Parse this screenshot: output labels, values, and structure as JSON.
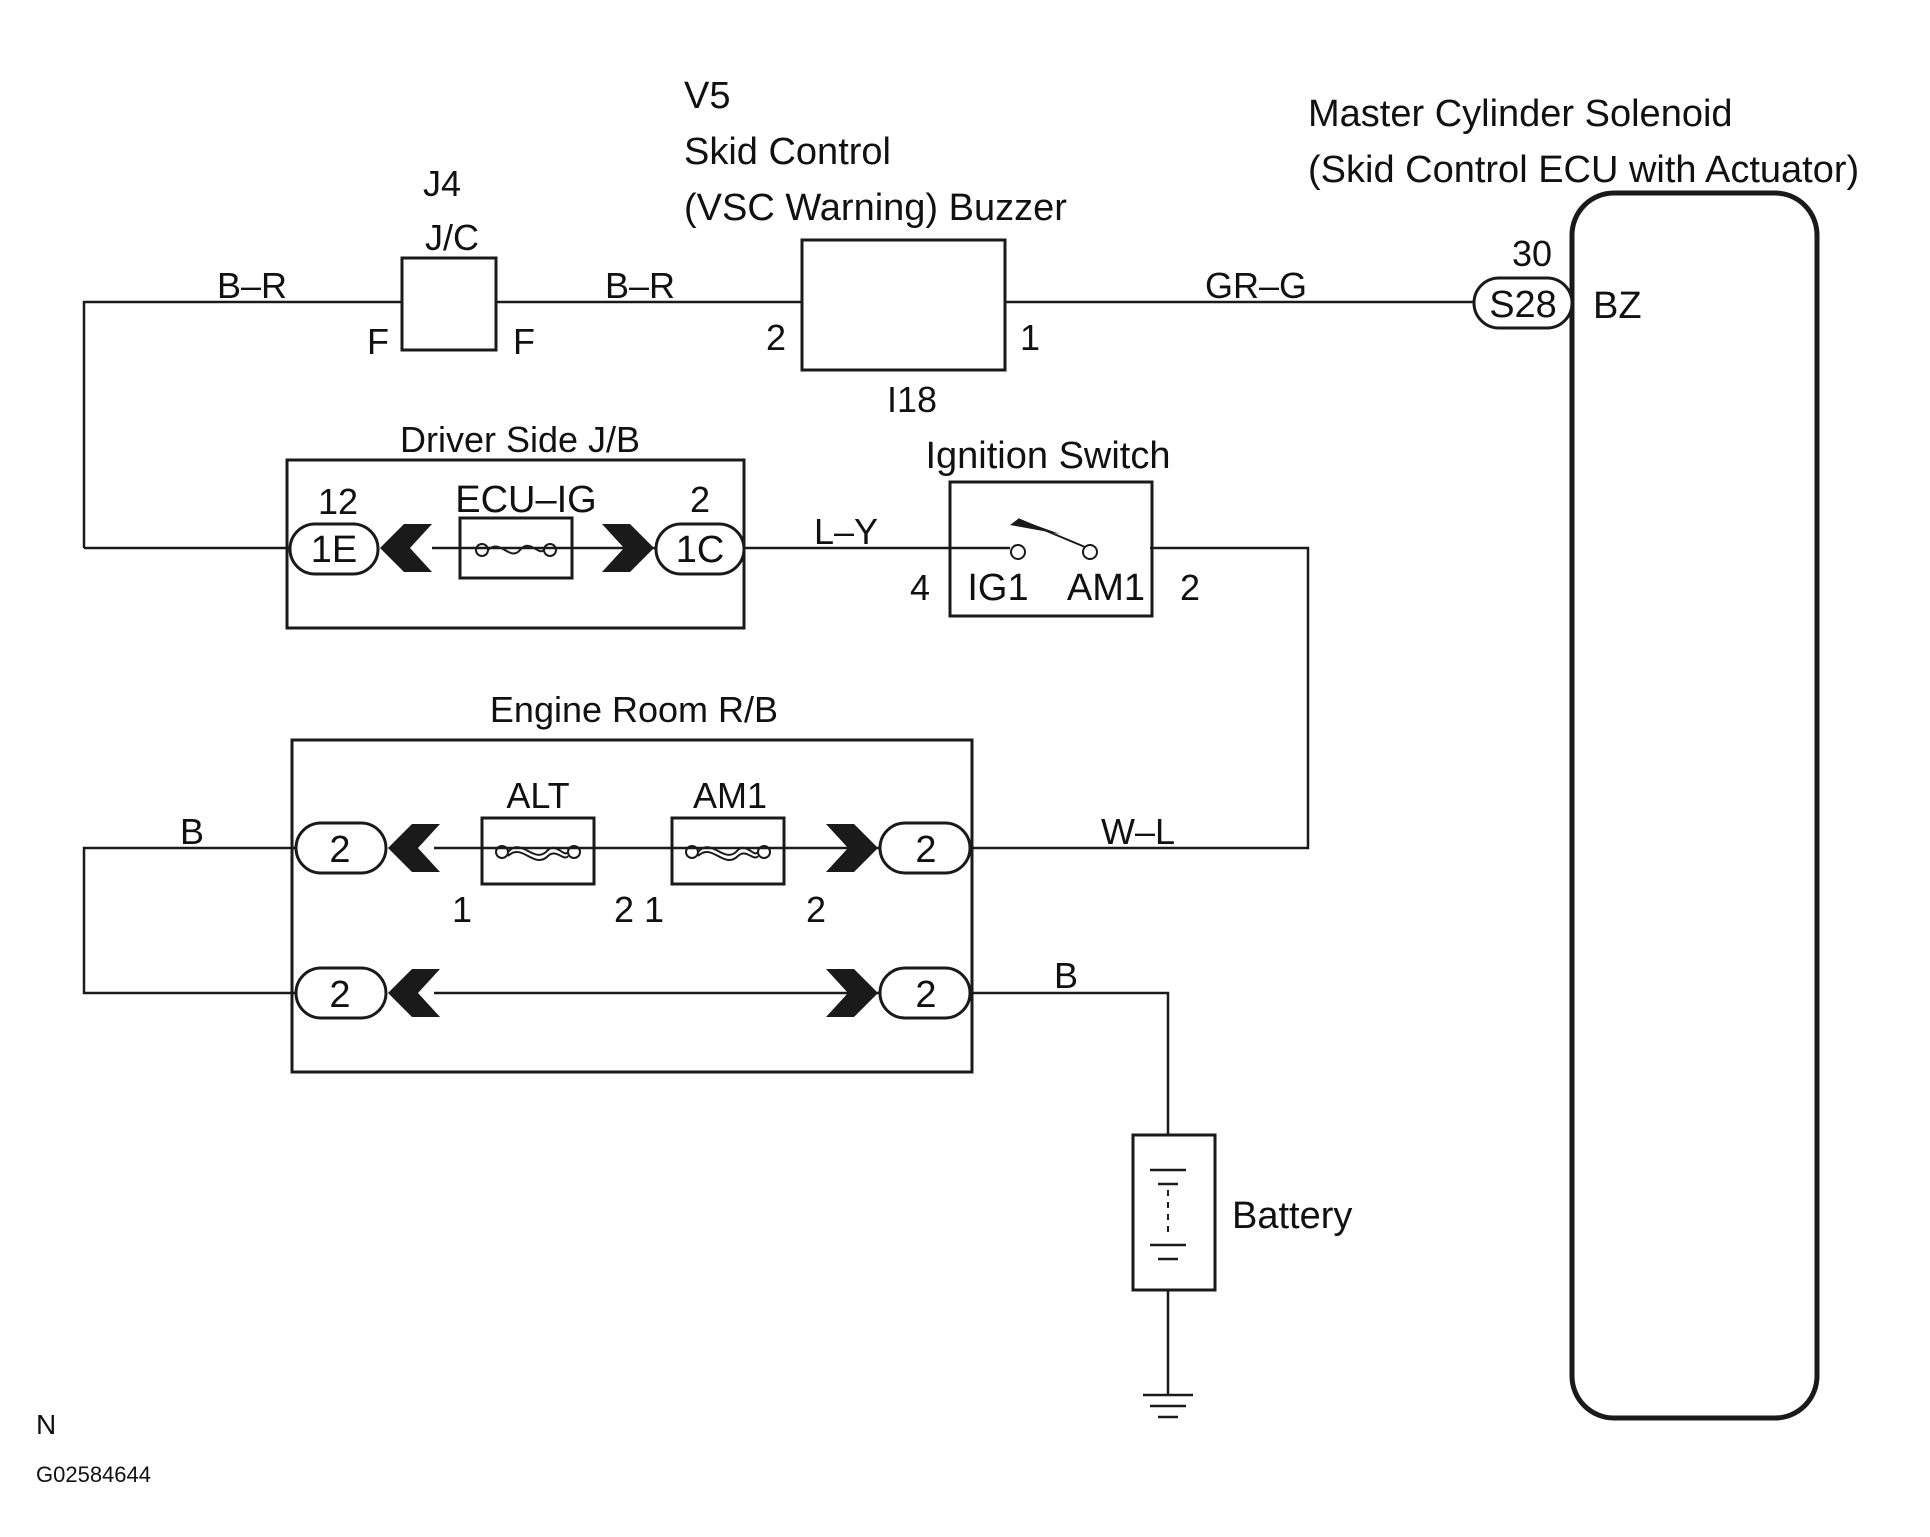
{
  "labels": {
    "v5": "V5",
    "skid_control": "Skid Control",
    "buzzer": "(VSC Warning) Buzzer",
    "j4": "J4",
    "jc": "J/C",
    "master_cyl": "Master Cylinder Solenoid",
    "skid_ecu": "(Skid Control ECU with Actuator)",
    "driver_jb": "Driver Side J/B",
    "ignition_switch": "Ignition Switch",
    "engine_rb": "Engine Room R/B",
    "battery": "Battery",
    "fuse_ecu_ig": "ECU–IG",
    "fuse_alt": "ALT",
    "fuse_am1": "AM1",
    "buzzer_conn": "I18",
    "ig1": "IG1",
    "am1_term": "AM1",
    "bz": "BZ",
    "n": "N",
    "figure_id": "G02584644"
  },
  "wires": {
    "br_left": "B–R",
    "br_right": "B–R",
    "gr_g": "GR–G",
    "l_y": "L–Y",
    "w_l": "W–L",
    "b_top": "B",
    "b_bottom": "B"
  },
  "connectors": {
    "s28": "S28",
    "c1e": "1E",
    "c1c": "1C",
    "rb_tl": "2",
    "rb_tr": "2",
    "rb_bl": "2",
    "rb_br": "2"
  },
  "pins": {
    "jc_left": "F",
    "jc_right": "F",
    "buzzer_2": "2",
    "buzzer_1": "1",
    "s28_30": "30",
    "jb_12": "12",
    "jb_2": "2",
    "ig_4": "4",
    "ig_2": "2",
    "alt_1": "1",
    "alt_2": "2",
    "am1_1": "1",
    "am1_2": "2"
  }
}
